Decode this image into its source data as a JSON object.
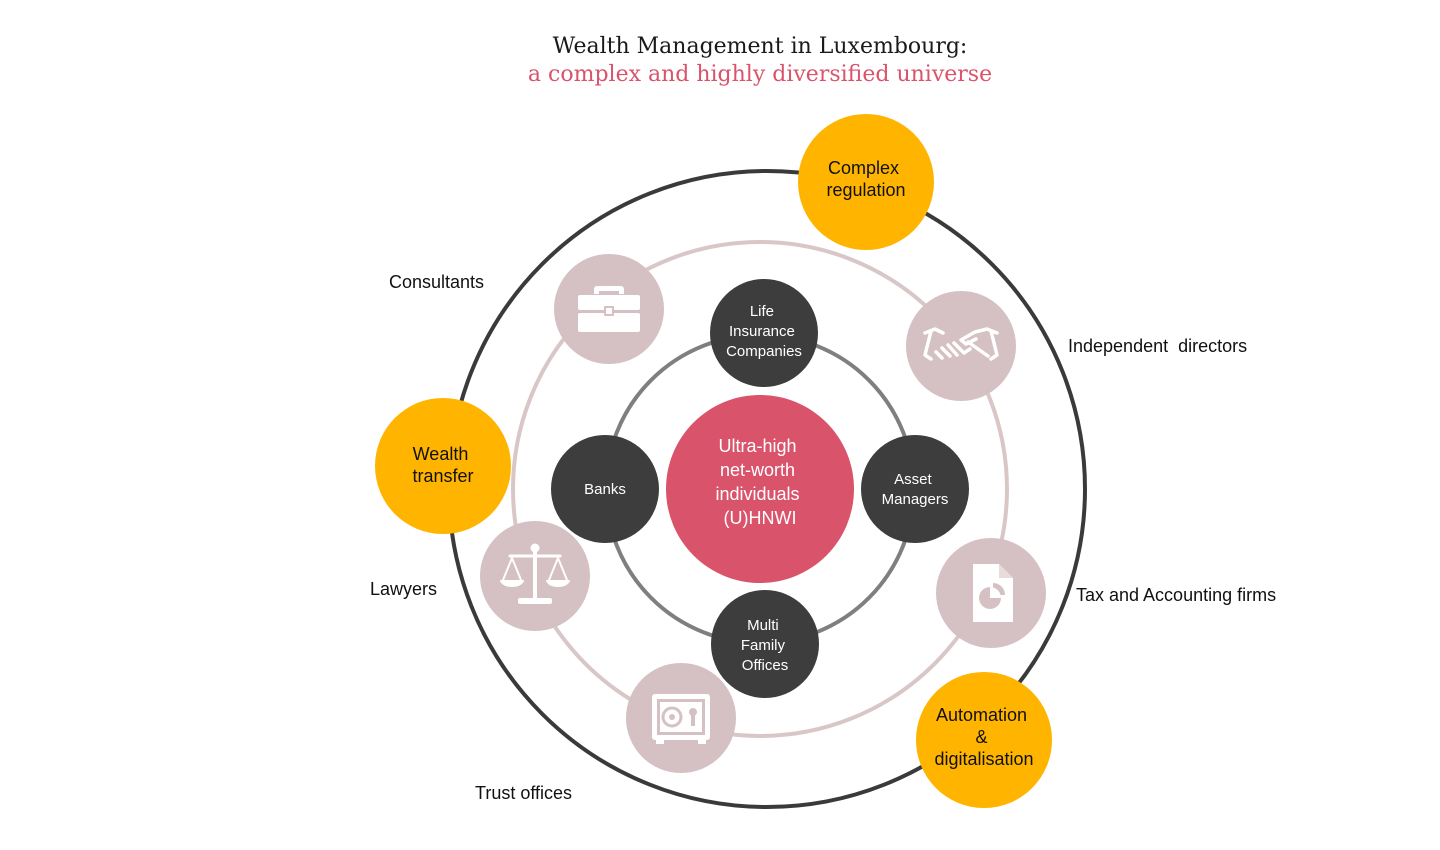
{
  "title": {
    "line1": "Wealth Management in Luxembourg:",
    "line2": "a complex and highly diversified universe"
  },
  "colors": {
    "accent_pink": "#d9536b",
    "dark_node": "#3d3d3d",
    "gold": "#ffb400",
    "mauve": "#d5c1c3",
    "outer_ring": "#3a3a3a",
    "middle_ring": "#d9c7c8",
    "inner_ring": "#7f7f7f"
  },
  "center": {
    "lines": [
      "Ultra-high",
      "net-worth",
      "individuals",
      "(U)HNWI"
    ]
  },
  "inner_nodes": [
    {
      "id": "life-insurance",
      "lines": [
        "Life",
        "Insurance",
        "Companies"
      ]
    },
    {
      "id": "asset-managers",
      "lines": [
        "Asset",
        "Managers"
      ]
    },
    {
      "id": "multi-family-offices",
      "lines": [
        "Multi",
        "Family",
        "Offices"
      ]
    },
    {
      "id": "banks",
      "lines": [
        "Banks"
      ]
    }
  ],
  "gold_nodes": [
    {
      "id": "complex-regulation",
      "lines": [
        "Complex",
        "regulation"
      ]
    },
    {
      "id": "wealth-transfer",
      "lines": [
        "Wealth",
        "transfer"
      ]
    },
    {
      "id": "automation",
      "lines": [
        "Automation",
        "&",
        "digitalisation"
      ]
    }
  ],
  "actor_nodes": [
    {
      "id": "consultants",
      "icon": "briefcase-icon",
      "label": "Consultants"
    },
    {
      "id": "independent-directors",
      "icon": "handshake-icon",
      "label": "Independent  directors"
    },
    {
      "id": "tax-accounting",
      "icon": "document-chart-icon",
      "label": "Tax and Accounting firms"
    },
    {
      "id": "trust-offices",
      "icon": "safe-icon",
      "label": "Trust offices"
    },
    {
      "id": "lawyers",
      "icon": "scales-icon",
      "label": "Lawyers"
    }
  ]
}
